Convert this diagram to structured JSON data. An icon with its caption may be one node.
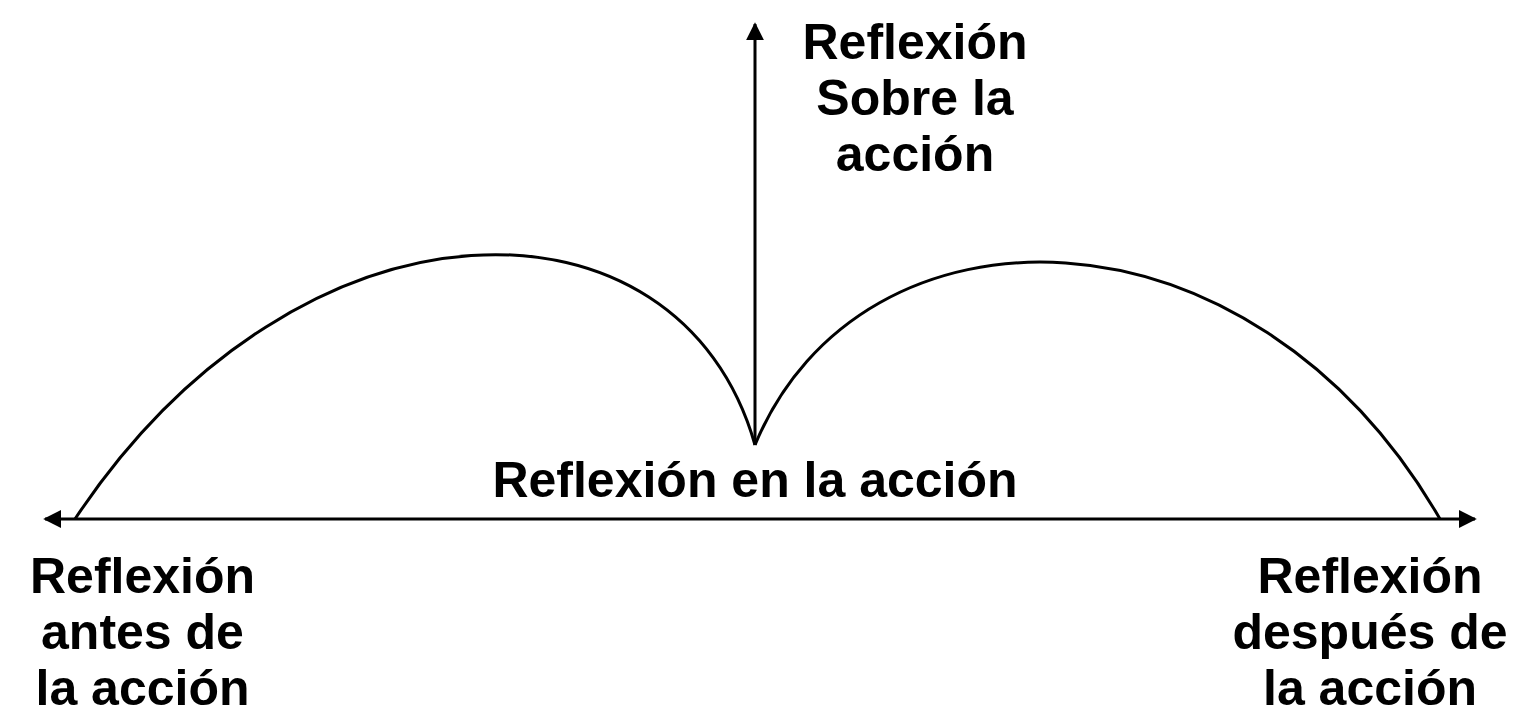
{
  "diagram": {
    "nodes": [
      {
        "text": [
          "Reflexión Sobre la acción"
        ]
      },
      {
        "text": [
          "Reflexión en la acción"
        ]
      }
    ],
    "edges": [
      {
        "from": 1,
        "to": 0,
        "arrow": "to"
      }
    ],
    "labels": [
      "Reflexión antes de la acción",
      "Reflexión después de la acción"
    ]
  }
}
